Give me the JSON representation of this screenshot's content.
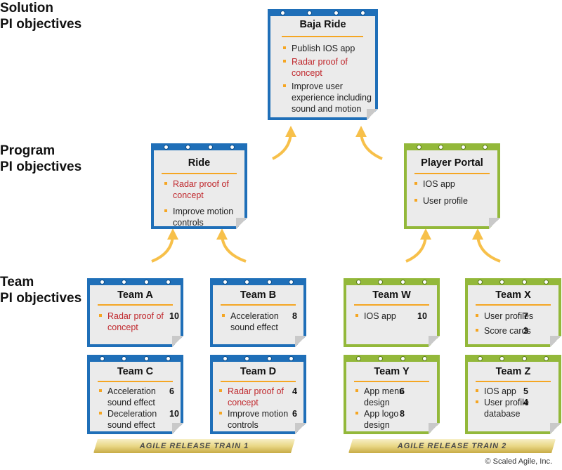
{
  "levels": {
    "solution": [
      "Solution",
      "PI objectives"
    ],
    "program": [
      "Program",
      "PI objectives"
    ],
    "team": [
      "Team",
      "PI objectives"
    ]
  },
  "cards": {
    "baja": {
      "title": "Baja Ride",
      "items": [
        {
          "text": "Publish IOS app",
          "red": false
        },
        {
          "text": "Radar proof of concept",
          "red": true
        },
        {
          "text": "Improve user experience including sound and motion",
          "red": false
        }
      ]
    },
    "ride": {
      "title": "Ride",
      "items": [
        {
          "text": "Radar proof of concept",
          "red": true
        },
        {
          "text": "Improve motion controls",
          "red": false
        }
      ]
    },
    "portal": {
      "title": "Player Portal",
      "items": [
        {
          "text": "IOS app",
          "red": false
        },
        {
          "text": "User profile",
          "red": false
        }
      ]
    },
    "teamA": {
      "title": "Team A",
      "items": [
        {
          "text": "Radar proof of concept",
          "value": "10",
          "red": true
        }
      ]
    },
    "teamB": {
      "title": "Team B",
      "items": [
        {
          "text": "Acceleration sound effect",
          "value": "8",
          "red": false
        }
      ]
    },
    "teamC": {
      "title": "Team C",
      "items": [
        {
          "text": "Acceleration sound effect",
          "value": "6",
          "red": false
        },
        {
          "text": "Deceleration sound effect",
          "value": "10",
          "red": false
        }
      ]
    },
    "teamD": {
      "title": "Team D",
      "items": [
        {
          "text": "Radar proof of concept",
          "value": "4",
          "red": true
        },
        {
          "text": "Improve motion controls",
          "value": "6",
          "red": false
        }
      ]
    },
    "teamW": {
      "title": "Team W",
      "items": [
        {
          "text": "IOS app",
          "value": "10",
          "red": false
        }
      ]
    },
    "teamX": {
      "title": "Team X",
      "items": [
        {
          "text": "User profiles",
          "value": "7",
          "red": false
        },
        {
          "text": "Score cards",
          "value": "3",
          "red": false
        }
      ]
    },
    "teamY": {
      "title": "Team Y",
      "items": [
        {
          "text": "App menu design",
          "value": "6",
          "red": false
        },
        {
          "text": "App logo design",
          "value": "8",
          "red": false
        }
      ]
    },
    "teamZ": {
      "title": "Team Z",
      "items": [
        {
          "text": "IOS app",
          "value": "5",
          "red": false
        },
        {
          "text": "User profile database",
          "value": "4",
          "red": false
        }
      ]
    }
  },
  "trains": {
    "art1": "AGILE RELEASE TRAIN 1",
    "art2": "AGILE RELEASE TRAIN 2"
  },
  "copyright": "© Scaled Agile, Inc.",
  "colors": {
    "art1_border": "#1f6fb8",
    "art2_border": "#93b83a",
    "bullet": "#f5a623",
    "highlight_text": "#c0282d",
    "arrow": "#f7c04a"
  }
}
